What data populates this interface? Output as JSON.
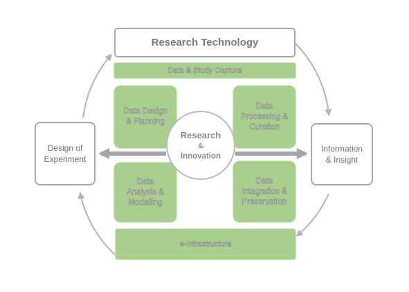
{
  "title": "Research Technology",
  "capture_bar": "Data & Study Capture",
  "infrastructure_bar": "e-Infrastructure",
  "quadrants": {
    "design_planning": [
      "Data Design",
      "& Planning"
    ],
    "processing_curation": [
      "Data",
      "Processing &",
      "Curation"
    ],
    "analysis_modelling": [
      "Data",
      "Analysis &",
      "Modelling"
    ],
    "integration_preservation": [
      "Data",
      "Integration &",
      "Preservation"
    ]
  },
  "center": {
    "line1": "Research",
    "line2": "&",
    "line3": "Innovation"
  },
  "left_node": [
    "Design of",
    "Experiment"
  ],
  "right_node": [
    "Information",
    "& Insight"
  ],
  "colors": {
    "green": "#a9cf8f",
    "gray": "#a8a8a8",
    "text": "#707070"
  }
}
